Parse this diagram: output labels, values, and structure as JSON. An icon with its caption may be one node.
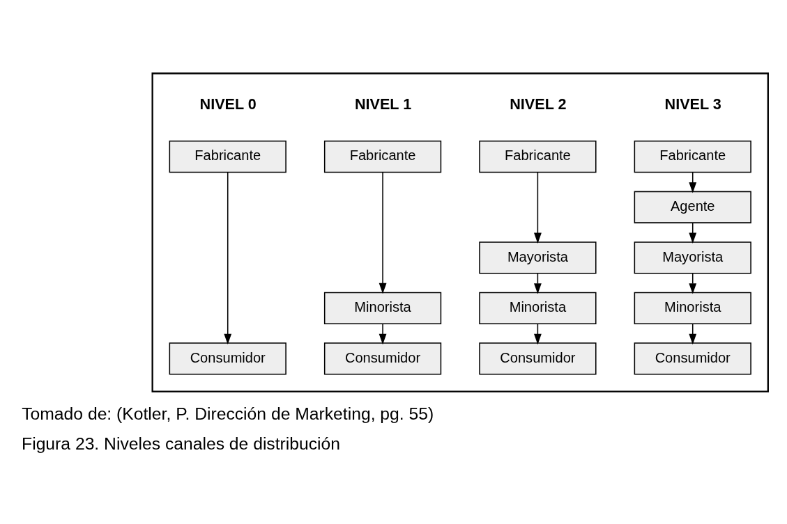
{
  "diagram": {
    "caption": "Figura 23. Niveles canales de distribución",
    "nodes": [
      {
        "text": [],
        "shape": "box"
      },
      {
        "text": [
          "Fabricante"
        ],
        "in": 0
      },
      {
        "text": [
          "Consumidor"
        ],
        "in": 0
      },
      {
        "text": [
          "Fabricante"
        ],
        "in": 0
      },
      {
        "text": [
          "Minorista"
        ],
        "in": 0
      },
      {
        "text": [
          "Consumidor"
        ],
        "in": 0
      },
      {
        "text": [
          "Fabricante"
        ],
        "in": 0
      },
      {
        "text": [
          "Mayorista"
        ],
        "in": 0
      },
      {
        "text": [
          "Minorista"
        ],
        "in": 0
      },
      {
        "text": [
          "Consumidor"
        ],
        "in": 0
      },
      {
        "text": [
          "Fabricante"
        ],
        "in": 0
      },
      {
        "text": [
          "Agente"
        ],
        "in": 0
      },
      {
        "text": [
          "Mayorista"
        ],
        "in": 0
      },
      {
        "text": [
          "Minorista"
        ],
        "in": 0
      },
      {
        "text": [
          "Consumidor"
        ],
        "in": 0
      }
    ],
    "edges": [
      {
        "from": 1,
        "to": 2,
        "arrow": "to"
      },
      {
        "from": 3,
        "to": 4,
        "arrow": "to"
      },
      {
        "from": 4,
        "to": 5,
        "arrow": "to"
      },
      {
        "from": 6,
        "to": 7,
        "arrow": "to"
      },
      {
        "from": 7,
        "to": 8,
        "arrow": "to"
      },
      {
        "from": 8,
        "to": 9,
        "arrow": "to"
      },
      {
        "from": 10,
        "to": 11,
        "arrow": "to"
      },
      {
        "from": 11,
        "to": 12,
        "arrow": "to"
      },
      {
        "from": 12,
        "to": 13,
        "arrow": "to"
      },
      {
        "from": 13,
        "to": 14,
        "arrow": "to"
      }
    ],
    "labels": [
      "NIVEL 0",
      "NIVEL 1",
      "NIVEL 2",
      "NIVEL 3",
      "Tomado de: (Kotler, P. Dirección de Marketing, pg. 55)"
    ]
  }
}
